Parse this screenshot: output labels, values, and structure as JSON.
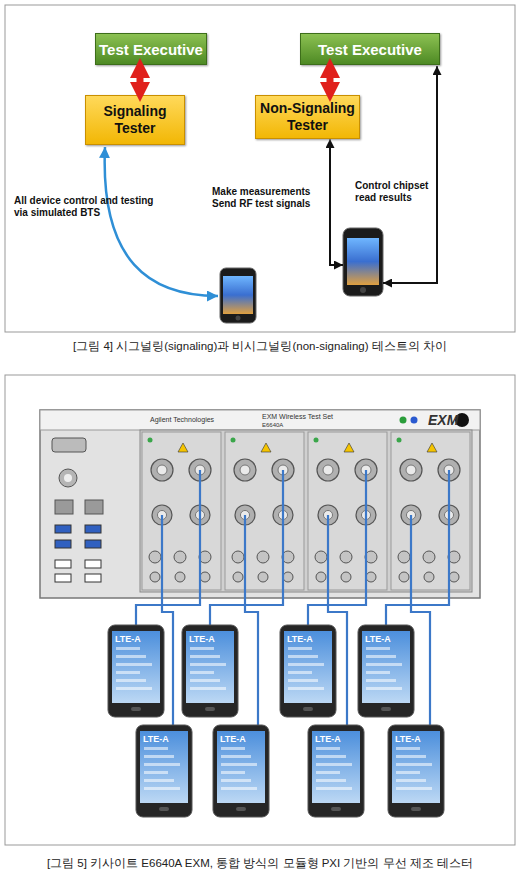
{
  "diagram": {
    "nodes": [
      {
        "text": [
          "Test Executive"
        ]
      },
      {
        "text": [
          "Signaling Tester"
        ]
      },
      {
        "text": [
          "Test Executive"
        ]
      },
      {
        "text": [
          "Non-Signaling Tester"
        ]
      }
    ],
    "edges": [
      {
        "from": 0,
        "to": 1,
        "arrow": "both"
      },
      {
        "from": 2,
        "to": 3,
        "arrow": "both"
      }
    ],
    "labels": [
      "All device control and testing via simulated BTS",
      "Make measurements Send RF test signals",
      "Control chipset read results",
      "[그림 4] 시그널링(signaling)과 비시그널링(non-signaling) 테스트의 차이",
      "Agilent Technologies",
      "EXM Wireless Test Set",
      "E6640A",
      "EXM",
      "LTE-A",
      "LTE-A",
      "LTE-A",
      "LTE-A",
      "LTE-A",
      "LTE-A",
      "LTE-A",
      "LTE-A",
      "[그림 5] 키사이트 E6640A EXM, 통합 방식의 모듈형 PXI 기반의 무선 제조 테스터"
    ]
  }
}
